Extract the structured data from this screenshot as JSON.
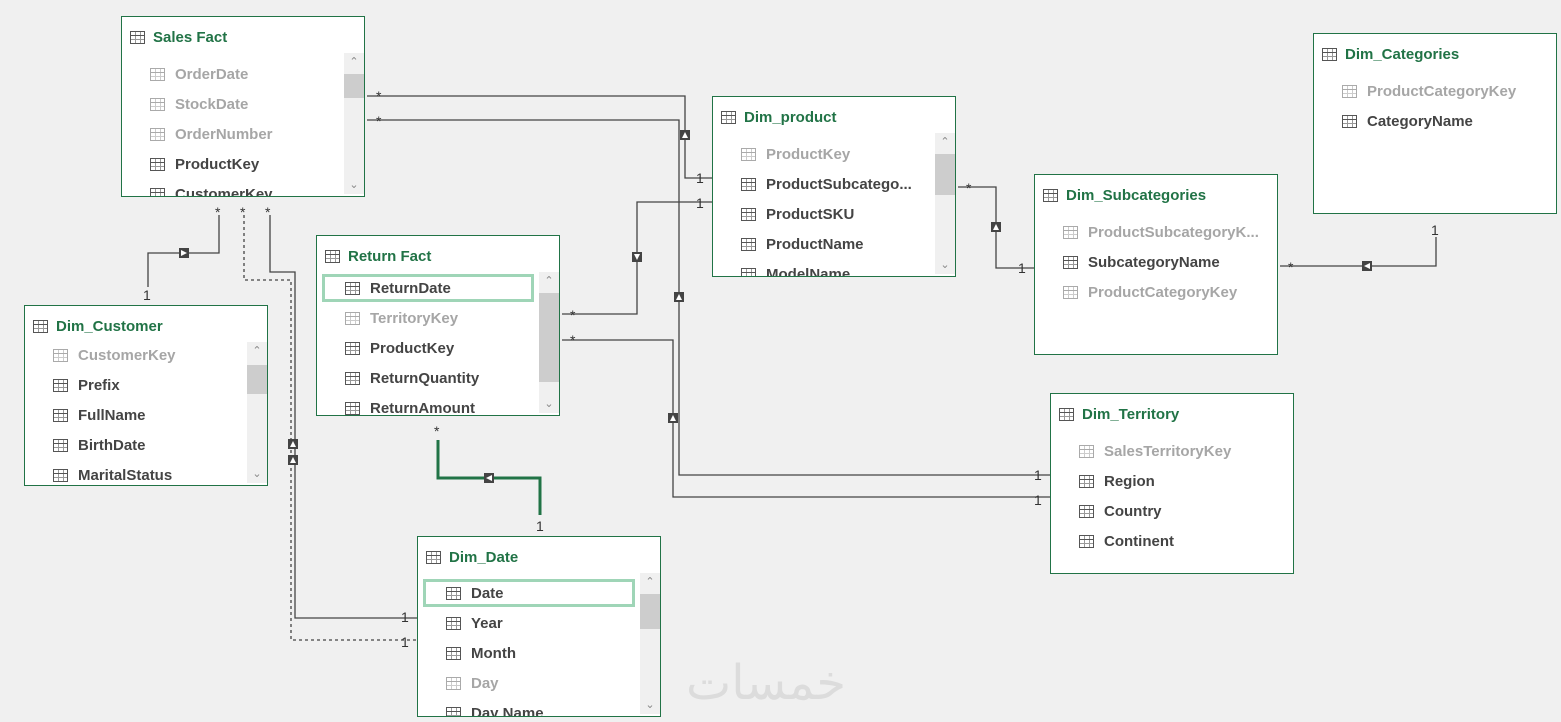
{
  "tables": {
    "sales_fact": {
      "title": "Sales Fact",
      "fields": [
        {
          "name": "OrderDate",
          "hidden": true
        },
        {
          "name": "StockDate",
          "hidden": true
        },
        {
          "name": "OrderNumber",
          "hidden": true
        },
        {
          "name": "ProductKey",
          "hidden": false
        },
        {
          "name": "CustomerKey",
          "hidden": false
        }
      ]
    },
    "dim_product": {
      "title": "Dim_product",
      "fields": [
        {
          "name": "ProductKey",
          "hidden": true
        },
        {
          "name": "ProductSubcatego...",
          "hidden": false
        },
        {
          "name": "ProductSKU",
          "hidden": false
        },
        {
          "name": "ProductName",
          "hidden": false
        },
        {
          "name": "ModelName",
          "hidden": false
        }
      ]
    },
    "dim_categories": {
      "title": "Dim_Categories",
      "fields": [
        {
          "name": "ProductCategoryKey",
          "hidden": true
        },
        {
          "name": "CategoryName",
          "hidden": false
        }
      ]
    },
    "dim_subcategories": {
      "title": "Dim_Subcategories",
      "fields": [
        {
          "name": "ProductSubcategoryK...",
          "hidden": true
        },
        {
          "name": "SubcategoryName",
          "hidden": false
        },
        {
          "name": "ProductCategoryKey",
          "hidden": true
        }
      ]
    },
    "return_fact": {
      "title": "Return Fact",
      "fields": [
        {
          "name": "ReturnDate",
          "hidden": false
        },
        {
          "name": "TerritoryKey",
          "hidden": true
        },
        {
          "name": "ProductKey",
          "hidden": false
        },
        {
          "name": "ReturnQuantity",
          "hidden": false
        },
        {
          "name": "ReturnAmount",
          "hidden": false
        }
      ]
    },
    "dim_customer": {
      "title": "Dim_Customer",
      "fields": [
        {
          "name": "CustomerKey",
          "hidden": true
        },
        {
          "name": "Prefix",
          "hidden": false
        },
        {
          "name": "FullName",
          "hidden": false
        },
        {
          "name": "BirthDate",
          "hidden": false
        },
        {
          "name": "MaritalStatus",
          "hidden": false
        }
      ]
    },
    "dim_territory": {
      "title": "Dim_Territory",
      "fields": [
        {
          "name": "SalesTerritoryKey",
          "hidden": true
        },
        {
          "name": "Region",
          "hidden": false
        },
        {
          "name": "Country",
          "hidden": false
        },
        {
          "name": "Continent",
          "hidden": false
        }
      ]
    },
    "dim_date": {
      "title": "Dim_Date",
      "fields": [
        {
          "name": "Date",
          "hidden": false
        },
        {
          "name": "Year",
          "hidden": false
        },
        {
          "name": "Month",
          "hidden": false
        },
        {
          "name": "Day",
          "hidden": true
        },
        {
          "name": "Day Name",
          "hidden": false
        }
      ]
    }
  },
  "cardinality": {
    "many": "*",
    "one": "1"
  },
  "watermark": "خمسات",
  "colors": {
    "accent": "#217346",
    "highlight": "#9fd5b7"
  }
}
